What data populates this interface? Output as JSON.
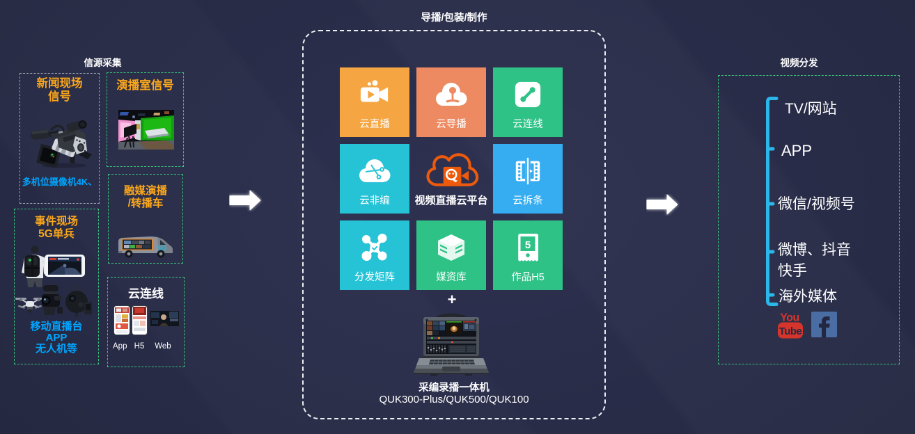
{
  "colors": {
    "background": "#252944",
    "orange_text": "#fba71b",
    "blue_text": "#00a5ff",
    "green_dash": "#3bc47e",
    "gray_dash": "#9aa1ae",
    "white_dash": "#eef0f4",
    "bracket_cyan": "#2bb7ea",
    "tile_orange": "#f5a541",
    "tile_salmon": "#ed8a61",
    "tile_green": "#2fc287",
    "tile_cyan": "#26c3d7",
    "tile_blue": "#36adf0",
    "logo_orange": "#ee5a0b",
    "youtube_red": "#d7352b",
    "facebook_blue": "#4a6da3"
  },
  "left": {
    "title": "信源采集",
    "box_news": {
      "title": "新闻现场\n信号",
      "caption": "多机位摄像机4K、"
    },
    "box_studio": {
      "title": "演播室信号"
    },
    "box_van": {
      "title": "融媒演播\n/转播车",
      "badge": "5G"
    },
    "box_5g": {
      "title": "事件现场\n5G单兵",
      "caption": "移动直播台\nAPP\n无人机等"
    },
    "box_cloudlink": {
      "title": "云连线",
      "label_app": "App",
      "label_h5": "H5",
      "label_web": "Web"
    }
  },
  "center": {
    "title": "导播/包装/制作",
    "tiles": [
      {
        "label": "云直播",
        "color": "#f5a541"
      },
      {
        "label": "云导播",
        "color": "#ed8a61"
      },
      {
        "label": "云连线",
        "color": "#2fc287"
      },
      {
        "label": "云非编",
        "color": "#26c3d7"
      },
      {
        "label": "云拆条",
        "color": "#36adf0"
      },
      {
        "label": "分发矩阵",
        "color": "#26c3d7"
      },
      {
        "label": "媒资库",
        "color": "#2fc287"
      },
      {
        "label": "作品H5",
        "color": "#2fc287"
      }
    ],
    "platform_label": "视频直播云平台",
    "h5_digit": "5",
    "plus": "+",
    "device_name": "采编录播一体机",
    "device_models": "QUK300-Plus/QUK500/QUK100"
  },
  "right": {
    "title": "视频分发",
    "items": [
      {
        "text": "TV/网站"
      },
      {
        "text": "APP"
      },
      {
        "text": "微信/视频号"
      },
      {
        "text": "微博、抖音\n快手"
      },
      {
        "text": "海外媒体"
      }
    ],
    "youtube_top": "You",
    "youtube_bottom": "Tube"
  }
}
